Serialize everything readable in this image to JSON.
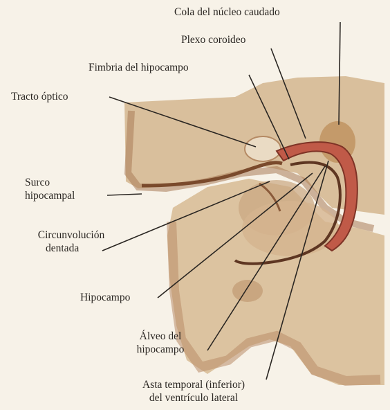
{
  "labels": {
    "cola_nucleo_caudado": "Cola del núcleo caudado",
    "plexo_coroideo": "Plexo coroideo",
    "fimbria_hipocampo": "Fimbria del hipocampo",
    "tracto_optico": "Tracto óptico",
    "surco_hipocampal_1": "Surco",
    "surco_hipocampal_2": "hipocampal",
    "circunvolucion_dentada_1": "Circunvolución",
    "circunvolucion_dentada_2": "dentada",
    "hipocampo": "Hipocampo",
    "alveo_1": "Álveo del",
    "alveo_2": "hipocampo",
    "asta_temporal_1": "Asta temporal (inferior)",
    "asta_temporal_2": "del ventrículo lateral"
  },
  "colors": {
    "background": "#f7f2e8",
    "tissue_light": "#dcc4a4",
    "tissue_mid": "#c9a680",
    "tissue_dark": "#8a5a3a",
    "plexus": "#c05a48",
    "leader": "#2a2622"
  }
}
